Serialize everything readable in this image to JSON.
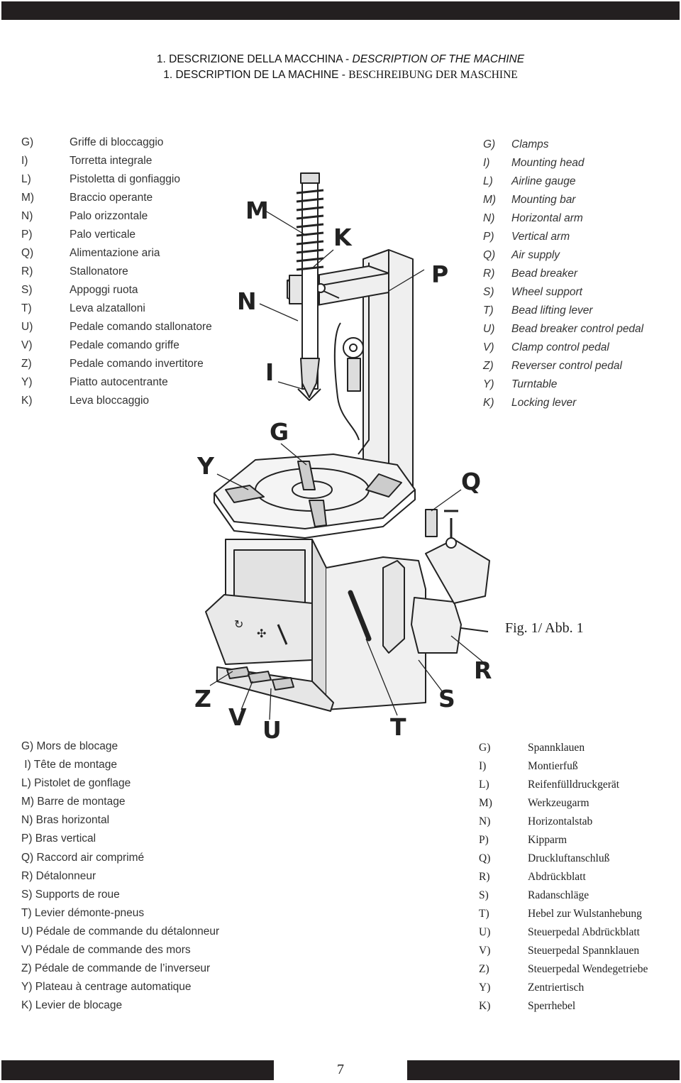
{
  "title": {
    "line1_a": "1. DESCRIZIONE DELLA MACCHINA - ",
    "line1_b": "DESCRIPTION OF THE MACHINE",
    "line2_a": "1. DESCRIPTION DE LA MACHINE - ",
    "line2_b": "BESCHREIBUNG DER MASCHINE"
  },
  "legend_it": [
    {
      "code": "G)",
      "text": "Griffe di bloccaggio"
    },
    {
      "code": "I)",
      "text": "Torretta integrale"
    },
    {
      "code": "L)",
      "text": "Pistoletta di gonfiaggio"
    },
    {
      "code": "M)",
      "text": "Braccio operante"
    },
    {
      "code": "N)",
      "text": "Palo orizzontale"
    },
    {
      "code": "P)",
      "text": "Palo verticale"
    },
    {
      "code": "Q)",
      "text": "Alimentazione aria"
    },
    {
      "code": "R)",
      "text": "Stallonatore"
    },
    {
      "code": "S)",
      "text": "Appoggi ruota"
    },
    {
      "code": "T)",
      "text": "Leva alzatalloni"
    },
    {
      "code": "U)",
      "text": "Pedale comando stallonatore"
    },
    {
      "code": "V)",
      "text": "Pedale comando griffe"
    },
    {
      "code": "Z)",
      "text": "Pedale comando invertitore"
    },
    {
      "code": "Y)",
      "text": "Piatto autocentrante"
    },
    {
      "code": "K)",
      "text": "Leva bloccaggio"
    }
  ],
  "legend_en": [
    {
      "code": "G)",
      "text": "Clamps"
    },
    {
      "code": "I)",
      "text": "Mounting head"
    },
    {
      "code": "L)",
      "text": "Airline gauge"
    },
    {
      "code": "M)",
      "text": "Mounting bar"
    },
    {
      "code": "N)",
      "text": "Horizontal arm"
    },
    {
      "code": "P)",
      "text": "Vertical arm"
    },
    {
      "code": "Q)",
      "text": "Air supply"
    },
    {
      "code": "R)",
      "text": "Bead breaker"
    },
    {
      "code": "S)",
      "text": "Wheel support"
    },
    {
      "code": "T)",
      "text": "Bead lifting lever"
    },
    {
      "code": "U)",
      "text": "Bead breaker control pedal"
    },
    {
      "code": "V)",
      "text": "Clamp control pedal"
    },
    {
      "code": "Z)",
      "text": "Reverser control pedal"
    },
    {
      "code": "Y)",
      "text": "Turntable"
    },
    {
      "code": "K)",
      "text": "Locking lever"
    }
  ],
  "legend_fr": [
    "G) Mors de blocage",
    " I) Tête de montage",
    "L) Pistolet de gonflage",
    "M) Barre de montage",
    "N) Bras horizontal",
    "P) Bras vertical",
    "Q) Raccord air comprimé",
    "R) Détalonneur",
    "S) Supports de roue",
    "T) Levier démonte-pneus",
    "U) Pédale de commande du détalonneur",
    "V) Pédale de commande des mors",
    "Z) Pédale de commande de l’inverseur",
    "Y) Plateau à centrage automatique",
    "K) Levier de blocage"
  ],
  "legend_de": [
    {
      "code": "G)",
      "text": "Spannklauen"
    },
    {
      "code": "I)",
      "text": "Montierfuß"
    },
    {
      "code": "L)",
      "text": "Reifenfülldruckgerät"
    },
    {
      "code": "M)",
      "text": "Werkzeugarm"
    },
    {
      "code": "N)",
      "text": "Horizontalstab"
    },
    {
      "code": "P)",
      "text": "Kipparm"
    },
    {
      "code": "Q)",
      "text": "Druckluftanschluß"
    },
    {
      "code": "R)",
      "text": "Abdrückblatt"
    },
    {
      "code": "S)",
      "text": "Radanschläge"
    },
    {
      "code": "T)",
      "text": "Hebel zur Wulstanhebung"
    },
    {
      "code": "U)",
      "text": "Steuerpedal Abdrückblatt"
    },
    {
      "code": "V)",
      "text": "Steuerpedal Spannklauen"
    },
    {
      "code": "Z)",
      "text": "Steuerpedal Wendegetriebe"
    },
    {
      "code": "Y)",
      "text": "Zentriertisch"
    },
    {
      "code": "K)",
      "text": "Sperrhebel"
    }
  ],
  "figure": {
    "caption": "Fig. 1/ Abb. 1",
    "callouts": [
      "M",
      "K",
      "P",
      "N",
      "I",
      "G",
      "Y",
      "Q",
      "R",
      "S",
      "Z",
      "V",
      "U",
      "T"
    ]
  },
  "page_number": "7",
  "colors": {
    "bar": "#231f20",
    "line_art": "#222222",
    "fill_light": "#efefef"
  }
}
